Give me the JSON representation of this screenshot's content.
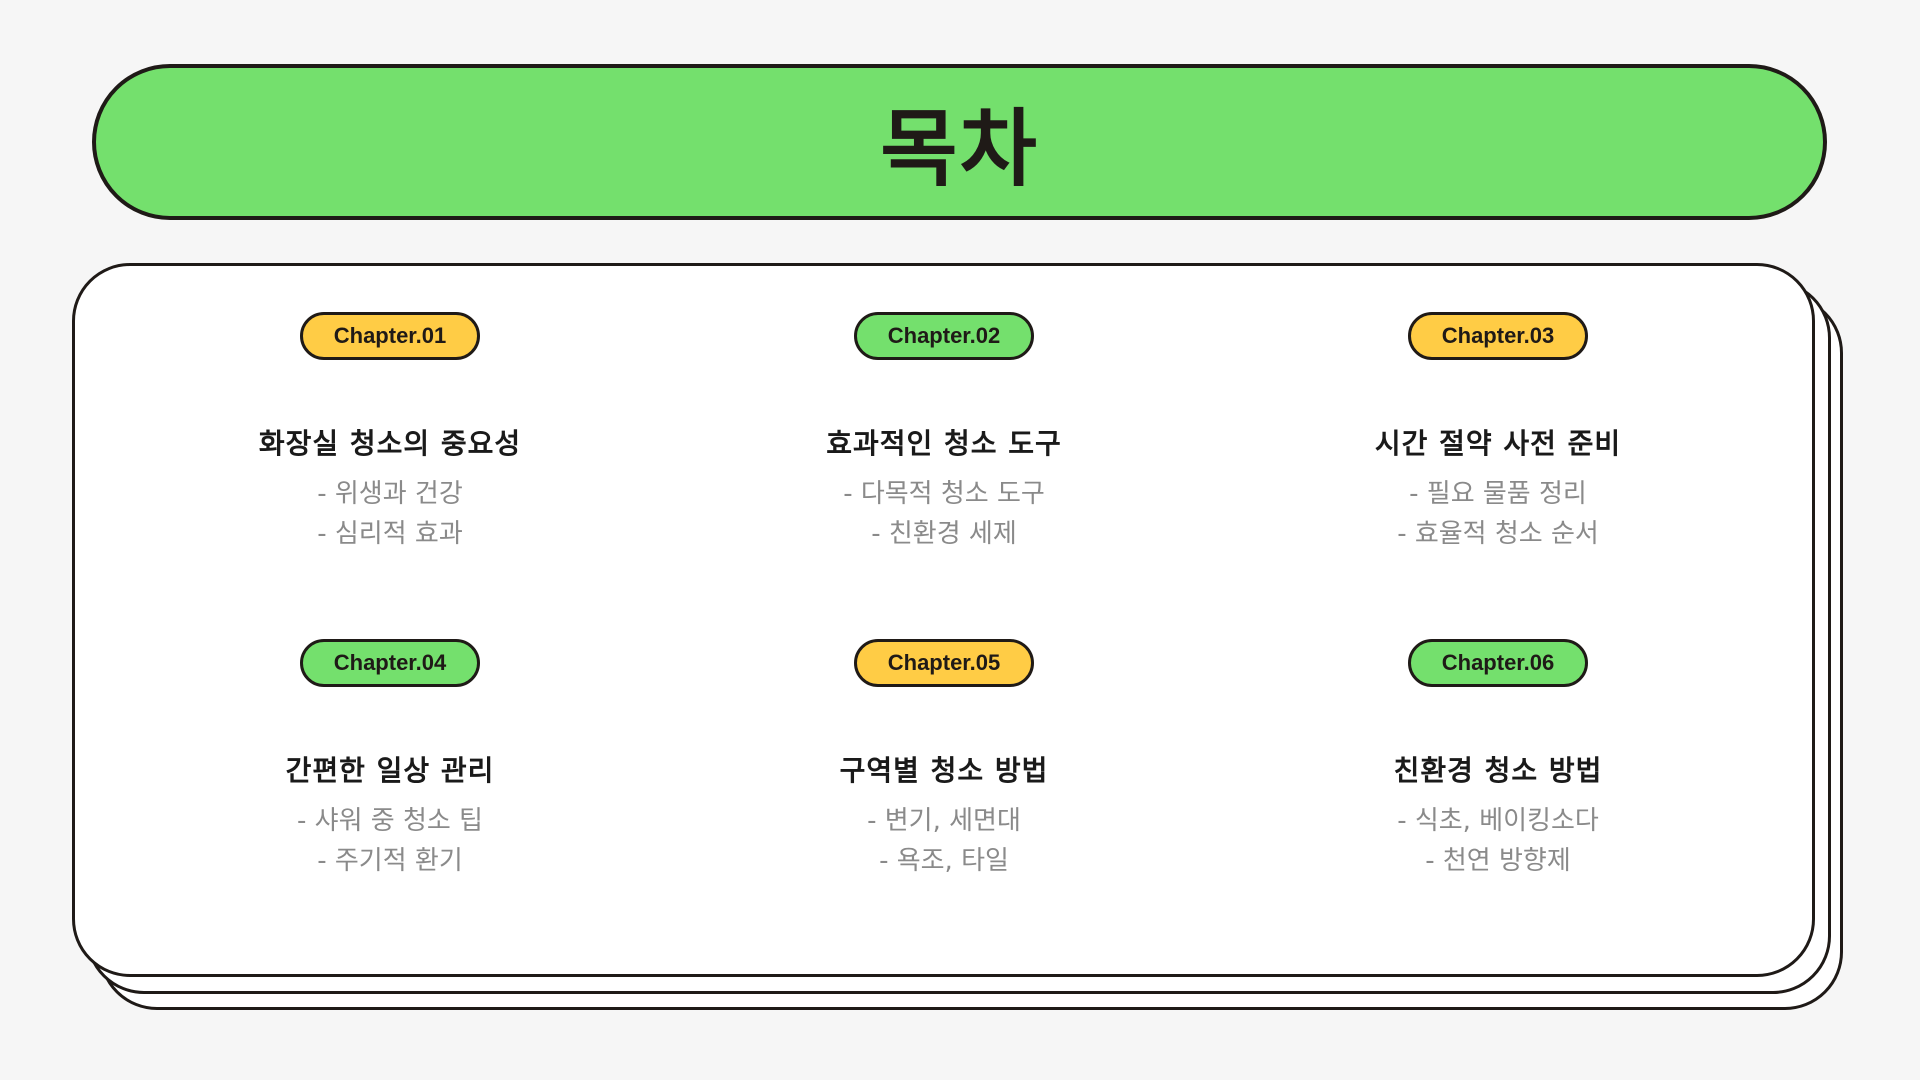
{
  "header": {
    "title": "목차"
  },
  "colors": {
    "green": "#74e06d",
    "yellow": "#ffcc45",
    "outline": "#1f1a17",
    "background": "#f6f6f6"
  },
  "chapters": [
    {
      "badge": "Chapter.01",
      "color": "yellow",
      "title": "화장실 청소의 중요성",
      "items": [
        "- 위생과 건강",
        "- 심리적 효과"
      ]
    },
    {
      "badge": "Chapter.02",
      "color": "green",
      "title": "효과적인 청소 도구",
      "items": [
        "- 다목적 청소 도구",
        "- 친환경 세제"
      ]
    },
    {
      "badge": "Chapter.03",
      "color": "yellow",
      "title": "시간 절약 사전 준비",
      "items": [
        "- 필요 물품 정리",
        "- 효율적 청소 순서"
      ]
    },
    {
      "badge": "Chapter.04",
      "color": "green",
      "title": "간편한 일상 관리",
      "items": [
        "- 샤워 중 청소 팁",
        "- 주기적 환기"
      ]
    },
    {
      "badge": "Chapter.05",
      "color": "yellow",
      "title": "구역별 청소 방법",
      "items": [
        "- 변기, 세면대",
        "- 욕조, 타일"
      ]
    },
    {
      "badge": "Chapter.06",
      "color": "green",
      "title": "친환경 청소 방법",
      "items": [
        "- 식초, 베이킹소다",
        "- 천연 방향제"
      ]
    }
  ]
}
